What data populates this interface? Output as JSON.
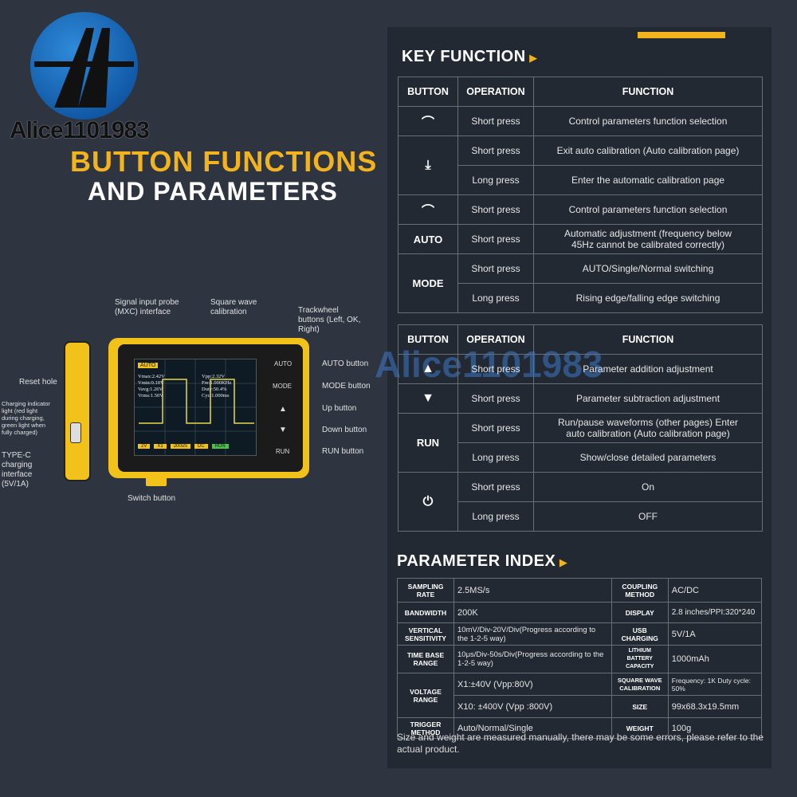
{
  "logo": {
    "text": "Alice1101983"
  },
  "hero": {
    "line1": "BUTTON FUNCTIONS",
    "line2": "AND PARAMETERS"
  },
  "watermark": "Alice1101983",
  "device": {
    "callouts": {
      "signal": "Signal input probe (MXC) interface",
      "square": "Square wave calibration",
      "trackwheel": "Trackwheel buttons (Left, OK, Right)",
      "reset": "Reset hole",
      "charging": "Charging indicator light (red light during charging, green light when fully charged)",
      "typec": "TYPE-C charging interface (5V/1A)",
      "switch": "Switch button",
      "auto": "AUTO button",
      "mode": "MODE button",
      "up": "Up button",
      "down": "Down button",
      "run": "RUN button"
    },
    "keys": {
      "auto": "AUTO",
      "mode": "MODE",
      "run": "RUN"
    },
    "screen": {
      "mode": "AUTO",
      "vmax": "Vmax:2.42V",
      "vmin": "Vmin:0.10V",
      "vavg": "Vavg:1.26V",
      "vrms": "Vrms:1.50V",
      "vpp": "Vpp:2.32V",
      "fre": "Fre:1.000KHz",
      "duty": "Duty:50.4%",
      "cyc": "Cyc:1.000ms",
      "chips": [
        "2V",
        "X1",
        "200uS",
        "DC",
        "RUN"
      ]
    }
  },
  "key_function": {
    "title": "KEY FUNCTION",
    "headers": [
      "BUTTON",
      "OPERATION",
      "FUNCTION"
    ],
    "rows1": [
      {
        "button": "",
        "icon": "left-wheel-icon",
        "op": "Short press",
        "fn": "Control parameters function selection"
      },
      {
        "button": "",
        "icon": "ok-press-icon",
        "op": "Short press",
        "fn": "Exit auto calibration (Auto calibration page)"
      },
      {
        "op": "Long press",
        "fn": "Enter the automatic calibration page"
      },
      {
        "button": "",
        "icon": "right-wheel-icon",
        "op": "Short press",
        "fn": "Control parameters function selection"
      },
      {
        "button": "AUTO",
        "op": "Short press",
        "fn": "Automatic adjustment (frequency below 45Hz cannot be calibrated correctly)"
      },
      {
        "button": "MODE",
        "op": "Short press",
        "fn": "AUTO/Single/Normal switching"
      },
      {
        "op": "Long press",
        "fn": "Rising edge/falling edge switching"
      }
    ],
    "rows2": [
      {
        "icon": "up-triangle-icon",
        "op": "Short press",
        "fn": "Parameter addition adjustment"
      },
      {
        "icon": "down-triangle-icon",
        "op": "Short press",
        "fn": "Parameter subtraction adjustment"
      },
      {
        "button": "RUN",
        "op": "Short press",
        "fn": "Run/pause waveforms (other pages) Enter auto calibration (Auto calibration page)"
      },
      {
        "op": "Long press",
        "fn": "Show/close detailed parameters"
      },
      {
        "icon": "power-icon",
        "op": "Short press",
        "fn": "On"
      },
      {
        "op": "Long press",
        "fn": "OFF"
      }
    ]
  },
  "parameter_index": {
    "title": "PARAMETER INDEX",
    "rows": [
      [
        "SAMPLING RATE",
        "2.5MS/s",
        "COUPLING METHOD",
        "AC/DC"
      ],
      [
        "BANDWIDTH",
        "200K",
        "DISPLAY",
        "2.8 inches/PPI:320*240"
      ],
      [
        "VERTICAL SENSITIVITY",
        "10mV/Div-20V/Div(Progress according to the 1-2-5 way)",
        "USB CHARGING",
        "5V/1A"
      ],
      [
        "TIME BASE RANGE",
        "10μs/Div-50s/Div(Progress according to the 1-2-5 way)",
        "LITHIUM BATTERY CAPACITY",
        "1000mAh"
      ],
      [
        "VOLTAGE RANGE",
        "X1:±40V (Vpp:80V)",
        "SQUARE WAVE CALIBRATION",
        "Frequency: 1K Duty cycle: 50%"
      ],
      [
        "",
        "X10: ±400V (Vpp :800V)",
        "SIZE",
        "99x68.3x19.5mm"
      ],
      [
        "TRIGGER METHOD",
        "Auto/Normal/Single",
        "WEIGHT",
        "100g"
      ]
    ],
    "note": "Size and weight are measured manually, there may be some errors, please refer to the actual product."
  },
  "colors": {
    "accent": "#f2b31c",
    "background": "#2e3540",
    "panel": "#232932",
    "device": "#f2c21a"
  }
}
